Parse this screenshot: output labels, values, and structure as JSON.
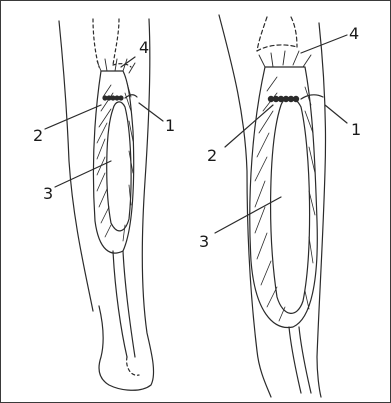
{
  "figure": {
    "left_panel": {
      "labels": [
        {
          "id": "label-4",
          "text": "4"
        },
        {
          "id": "label-1",
          "text": "1"
        },
        {
          "id": "label-2",
          "text": "2"
        },
        {
          "id": "label-3",
          "text": "3"
        }
      ]
    },
    "right_panel": {
      "labels": [
        {
          "id": "label-4",
          "text": "4"
        },
        {
          "id": "label-1",
          "text": "1"
        },
        {
          "id": "label-2",
          "text": "2"
        },
        {
          "id": "label-3",
          "text": "3"
        }
      ]
    },
    "colors": {
      "line": "#2b2b2b",
      "border": "#3a3a3a"
    }
  }
}
